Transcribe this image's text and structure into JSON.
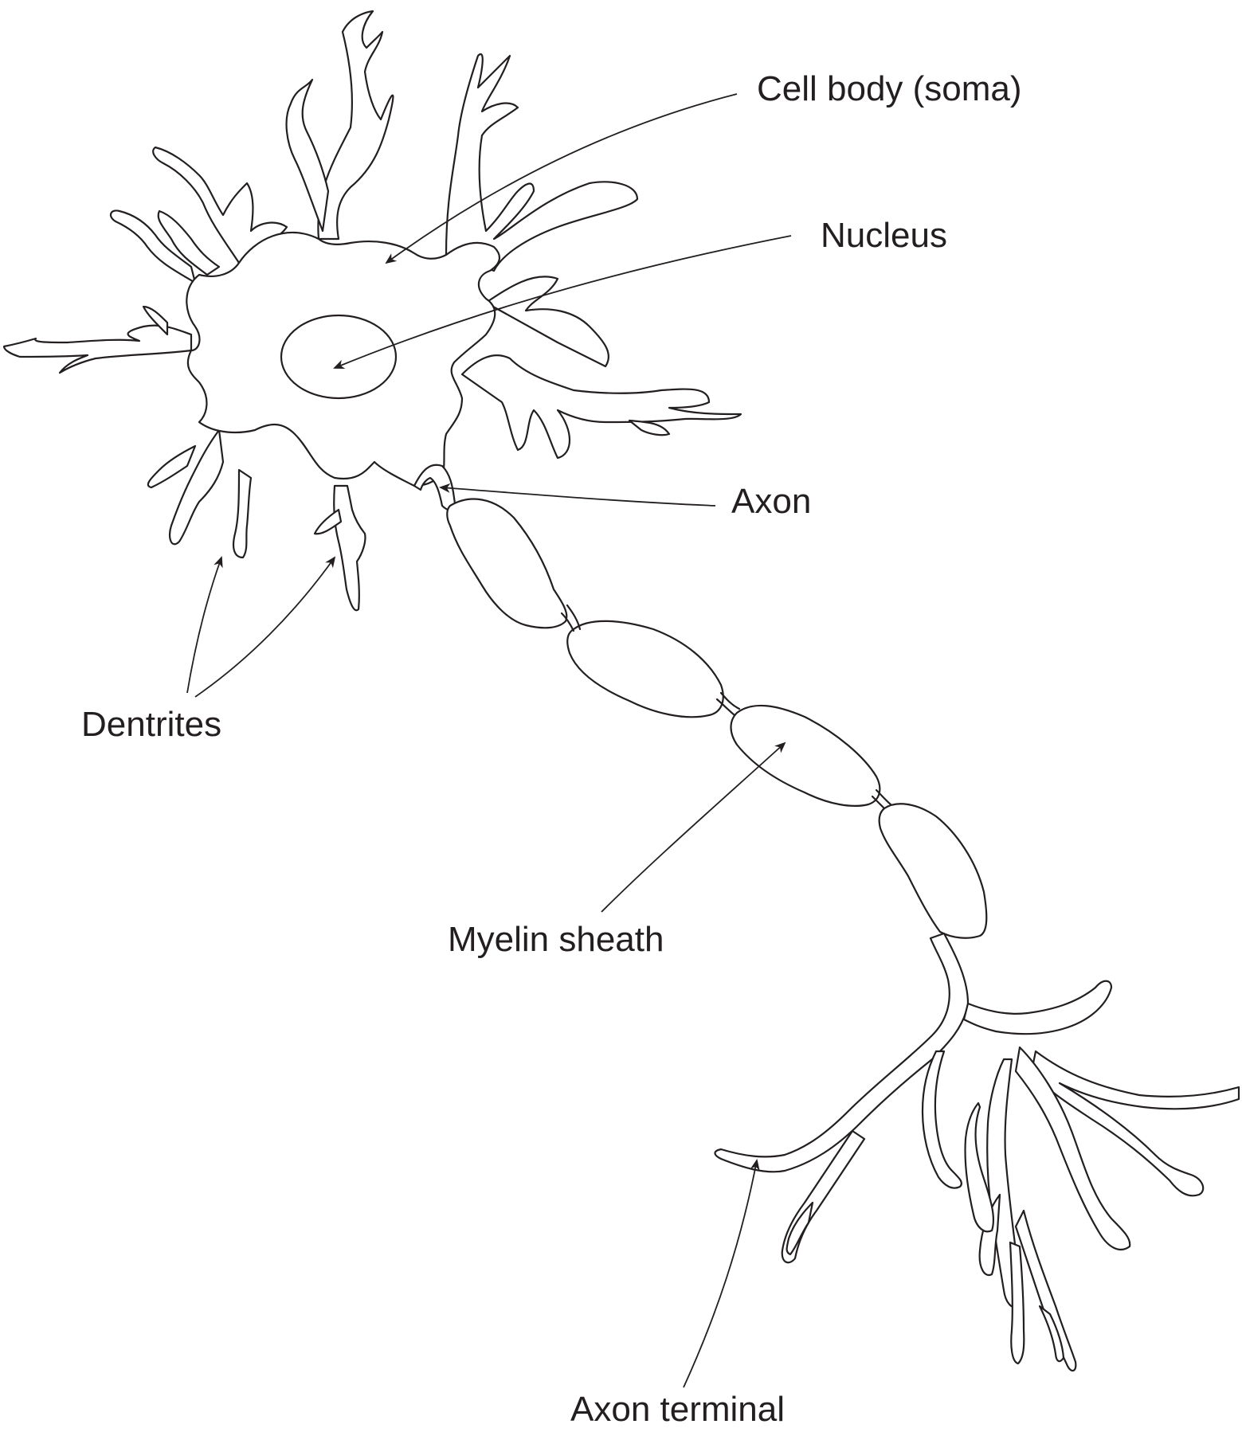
{
  "labels": {
    "cell_body": "Cell body (soma)",
    "nucleus": "Nucleus",
    "axon": "Axon",
    "dentrites": "Dentrites",
    "myelin_sheath": "Myelin sheath",
    "axon_terminal": "Axon terminal"
  },
  "colors": {
    "line": "#231f20",
    "background": "#ffffff"
  }
}
